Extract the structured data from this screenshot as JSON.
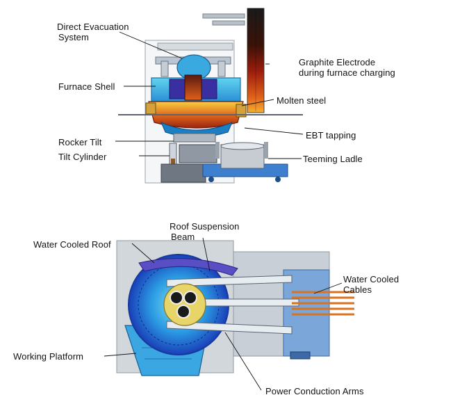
{
  "top_diagram": {
    "labels": {
      "direct_evacuation_line1": "Direct Evacuation",
      "direct_evacuation_line2": "System",
      "graphite_electrode_line1": "Graphite Electrode",
      "graphite_electrode_line2": "during furnace charging",
      "furnace_shell": "Furnace Shell",
      "molten_steel": "Molten steel",
      "rocker_tilt": "Rocker Tilt",
      "ebt_tapping": "EBT tapping",
      "tilt_cylinder": "Tilt Cylinder",
      "teeming_ladle": "Teeming Ladle"
    }
  },
  "bottom_diagram": {
    "labels": {
      "roof_suspension_line1": "Roof Suspension",
      "roof_suspension_line2": "Beam",
      "water_cooled_roof": "Water Cooled Roof",
      "water_cooled_cables_line1": "Water Cooled",
      "water_cooled_cables_line2": "Cables",
      "working_platform": "Working Platform",
      "power_conduction_arms": "Power Conduction Arms"
    }
  },
  "colors": {
    "steel_blue": "#2a8fd6",
    "shell_cyan": "#3ec7e6",
    "molten": "#e0601a",
    "electrode_dark": "#1a1a1a",
    "cable_orange": "#d9731f",
    "roof_blue": "#1f4fc7",
    "structure_grey": "#8f98a3"
  }
}
